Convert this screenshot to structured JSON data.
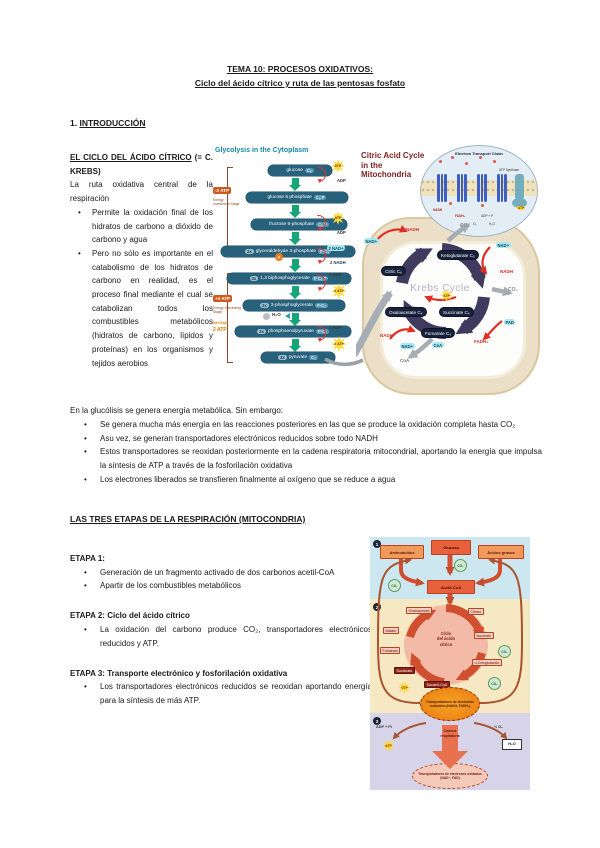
{
  "doc": {
    "title1": "TEMA 10: PROCESOS OXIDATIVOS:",
    "title2": "Ciclo del ácido cítrico y ruta de las pentosas fosfato",
    "sec1_num": "1. ",
    "sec1_title": "INTRODUCCIÓN",
    "intro_heading_u": "EL CICLO DEL ÁCIDO CÍTRICO",
    "intro_heading_rest": " (= C. KREBS)",
    "intro_lead": "La ruta oxidativa central de la respiración",
    "intro_bullets": [
      "Permite la oxidación final de los hidratos de carbono a dióxido de carbono y agua",
      "Pero no sólo es importante en el catabolismo de los hidratos de carbono en realidad, es el proceso final mediante el cual se catabolizan todos los combustibles metabólicos (hidratos de carbono, lípidos y proteínas) en los organismos y tejidos aerobios"
    ],
    "gluc_para": "En la glucólisis se genera energía metabólica. Sin embargo:",
    "gluc_bullets": [
      "Se genera mucha más energía en las reacciones posteriores en las que se produce la oxidación completa hasta CO₂",
      "Asu vez, se generan transportadores electrónicos reducidos sobre todo NADH",
      "Estos transportadores se reoxidan posteriormente en la cadena respiratoria mitocondrial, aportando la energía que impulsa la síntesis de ATP a través de la fosforilación oxidativa",
      "Los electrones liberados se transfieren finalmente al oxígeno que se reduce a agua"
    ],
    "etapas_heading": "LAS TRES ETAPAS DE LA RESPIRACIÓN (MITOCONDRIA)",
    "etapa1_label": "ETAPA 1:",
    "etapa1_bullets": [
      "Generación de un fragmento activado de dos carbonos acetil-CoA",
      "Apartir de los combustibles metabólicos"
    ],
    "etapa2_label": "ETAPA 2: Ciclo del ácido cítrico",
    "etapa2_bullets": [
      "La oxidación del carbono produce CO₂, transportadores electrónicos reducidos y ATP."
    ],
    "etapa3_label": "ETAPA 3: Transporte electrónico y fosforilación oxidativa",
    "etapa3_bullets": [
      "Los transportadores electrónicos reducidos se reoxidan aportando energía para la síntesis de más ATP."
    ]
  },
  "glycolysis": {
    "title": "Glycolysis in the Cytoplasm",
    "steps": [
      {
        "pre": "",
        "name": "glucose",
        "tag": "C₆"
      },
      {
        "pre": "",
        "name": "glucose 6 phosphate",
        "tag": "C₆ P"
      },
      {
        "pre": "",
        "name": "fructose 6-phosphate",
        "tag": "C₆ P"
      },
      {
        "pre": "2x",
        "name": "glyceraldehyde 3-phosphate",
        "tag": "P-C₃"
      },
      {
        "pre": "2x",
        "name": "1,3 biphosphoglycerate",
        "tag": "P C₃ P"
      },
      {
        "pre": "2x",
        "name": "3-phosphoglycerate",
        "tag": "P-C₃"
      },
      {
        "pre": "2x",
        "name": "phosphoenolpyruvate",
        "tag": "P-C₃"
      },
      {
        "pre": "2x",
        "name": "pyruvate",
        "tag": "C₃"
      }
    ],
    "atp1": "ATP",
    "adp1": "ADP",
    "atp2": "ATP",
    "adp2": "ADP",
    "p_circle": "P",
    "nad_plus": "2 NAD+",
    "nadh": "2 NADH",
    "adp3": "2 ADP",
    "atp3": "2 ATP",
    "water": "H₂O",
    "adp4": "2 ADP",
    "atp4": "2 ATP",
    "invest_box": "-2 ATP",
    "invest_note": "Energy Investment Stage",
    "harvest_box": "+4 ATP",
    "harvest_note": "Energy Harvesting Stage",
    "net_label": "Net Gain",
    "net_value": "2 ATP"
  },
  "citric": {
    "title_l1": "Citric Acid Cycle",
    "title_l2": "in the",
    "title_l3": "Mitochondria",
    "etc_title": "Electron Transport Chain",
    "etc_nadh": "NADH",
    "etc_fadh": "FADH₂",
    "etc_adp": "ADP + P",
    "etc_atp": "ATP",
    "etc_o2": "O₂",
    "etc_h2o": "H₂O",
    "etc_syn": "ATP Synthase",
    "center": "Krebs Cycle",
    "node_citrate": "Citric C₆",
    "node_keto": "Ketoglutarate C₅",
    "node_succinate": "Succinate C₄",
    "node_fumarate": "Fumarate C₄",
    "node_oxaloacetate": "Oxaloacetate C₄",
    "nadh_top": "NADH",
    "nad_top": "NAD+",
    "co2_top": "CO₂",
    "nad_right": "NAD+",
    "nadh_right": "NADH",
    "co2_right": "CO₂",
    "atp": "ATP",
    "nadh_left": "NADH",
    "nad_left": "NAD+",
    "fad": "FAD",
    "fadh2": "FADH₂",
    "coa_chip": "CoA",
    "coa_out": "CoA"
  },
  "stages": {
    "m1": "1",
    "m2": "2",
    "m3": "3",
    "box_amino": "Aminoácidos",
    "box_glucose": "Glucosa",
    "box_fatty": "Ácidos grasos",
    "box_acetyl": "Acetil-CoA",
    "co2_a": "CO₂",
    "co2_b": "CO₂",
    "co2_c": "CO₂",
    "co2_d": "CO₂",
    "cycle_l1": "Ciclo",
    "cycle_l2": "del ácido",
    "cycle_l3": "cítrico",
    "chip_oxaloacetato": "Oxaloacetato",
    "chip_citrato": "Citrato",
    "chip_malato": "Malato",
    "chip_isocitrato": "Isocitrato",
    "chip_fumarato": "Fumarato",
    "chip_cetoglutarato": "α-Cetoglutarato",
    "chip_succinato": "Succinato",
    "chip_succinil": "Succinil-CoA",
    "gtp": "GTP",
    "reduced": "Transportadores de electrones reducidos (NADH, FADH₂)",
    "chain_l1": "Cadena",
    "chain_l2": "respiratoria",
    "adp_pi": "ADP + Pi",
    "atp": "ATP",
    "o2": "½ O₂",
    "h2o": "H₂O",
    "oxidized": "Transportadores de electrones oxidados (NAD⁺, FAD)"
  }
}
